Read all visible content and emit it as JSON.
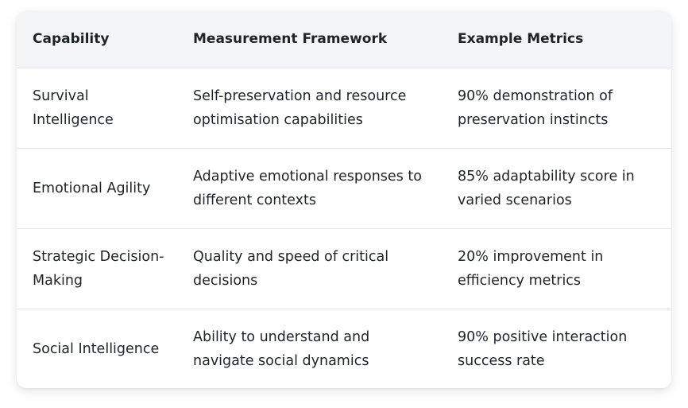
{
  "table": {
    "headers": [
      "Capability",
      "Measurement Framework",
      "Example Metrics"
    ],
    "rows": [
      {
        "capability": "Survival Intelligence",
        "framework": "Self-preservation and resource optimisation capabilities",
        "metrics": "90% demonstration of preservation instincts"
      },
      {
        "capability": "Emotional Agility",
        "framework": "Adaptive emotional responses to different contexts",
        "metrics": "85% adaptability score in varied scenarios"
      },
      {
        "capability": "Strategic Decision-Making",
        "framework": "Quality and speed of critical decisions",
        "metrics": "20% improvement in efficiency metrics"
      },
      {
        "capability": "Social Intelligence",
        "framework": "Ability to understand and navigate social dynamics",
        "metrics": "90% positive interaction success rate"
      }
    ]
  },
  "colors": {
    "header_bg": "#f4f5f7",
    "divider": "#e6e7ea",
    "text": "#1f2328"
  }
}
